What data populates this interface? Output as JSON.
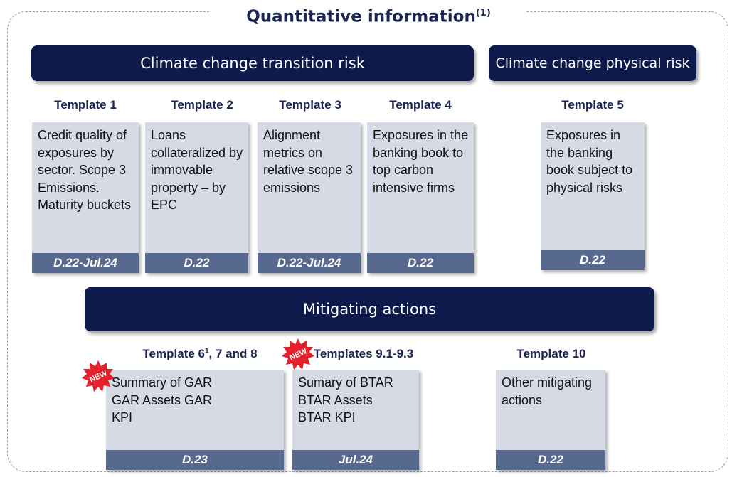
{
  "title": {
    "text": "Quantitative information",
    "sup": "(1)"
  },
  "transition_banner": "Climate change transition risk",
  "physical_banner": "Climate change physical risk",
  "mitigating_banner": "Mitigating actions",
  "templates": [
    {
      "label": "Template 1",
      "desc": "Credit quality of exposures by sector. Scope 3 Emissions. Maturity buckets",
      "date": "D.22-Jul.24"
    },
    {
      "label": "Template 2",
      "desc": "Loans collateralized by immovable property – by EPC",
      "date": "D.22"
    },
    {
      "label": "Template 3",
      "desc": "Alignment metrics on relative scope 3 emissions",
      "date": "D.22-Jul.24"
    },
    {
      "label": "Template 4",
      "desc": "Exposures in the banking book to top carbon intensive firms",
      "date": "D.22"
    },
    {
      "label": "Template 5",
      "desc": "Exposures in the banking book subject to physical risks",
      "date": "D.22"
    }
  ],
  "mitigating": [
    {
      "label_pre": "Template 6",
      "label_sup": "1",
      "label_post": ", 7 and 8",
      "desc": "Summary of GAR GAR Assets GAR KPI",
      "date": "D.23",
      "new": true
    },
    {
      "label_pre": "Templates 9.1-9.3",
      "label_sup": "",
      "label_post": "",
      "desc": "Sumary of BTAR BTAR Assets BTAR KPI",
      "date": "Jul.24",
      "new": true
    },
    {
      "label_pre": "Template 10",
      "label_sup": "",
      "label_post": "",
      "desc": "Other mitigating actions",
      "date": "D.22",
      "new": false
    }
  ],
  "new_badge_text": "NEW"
}
